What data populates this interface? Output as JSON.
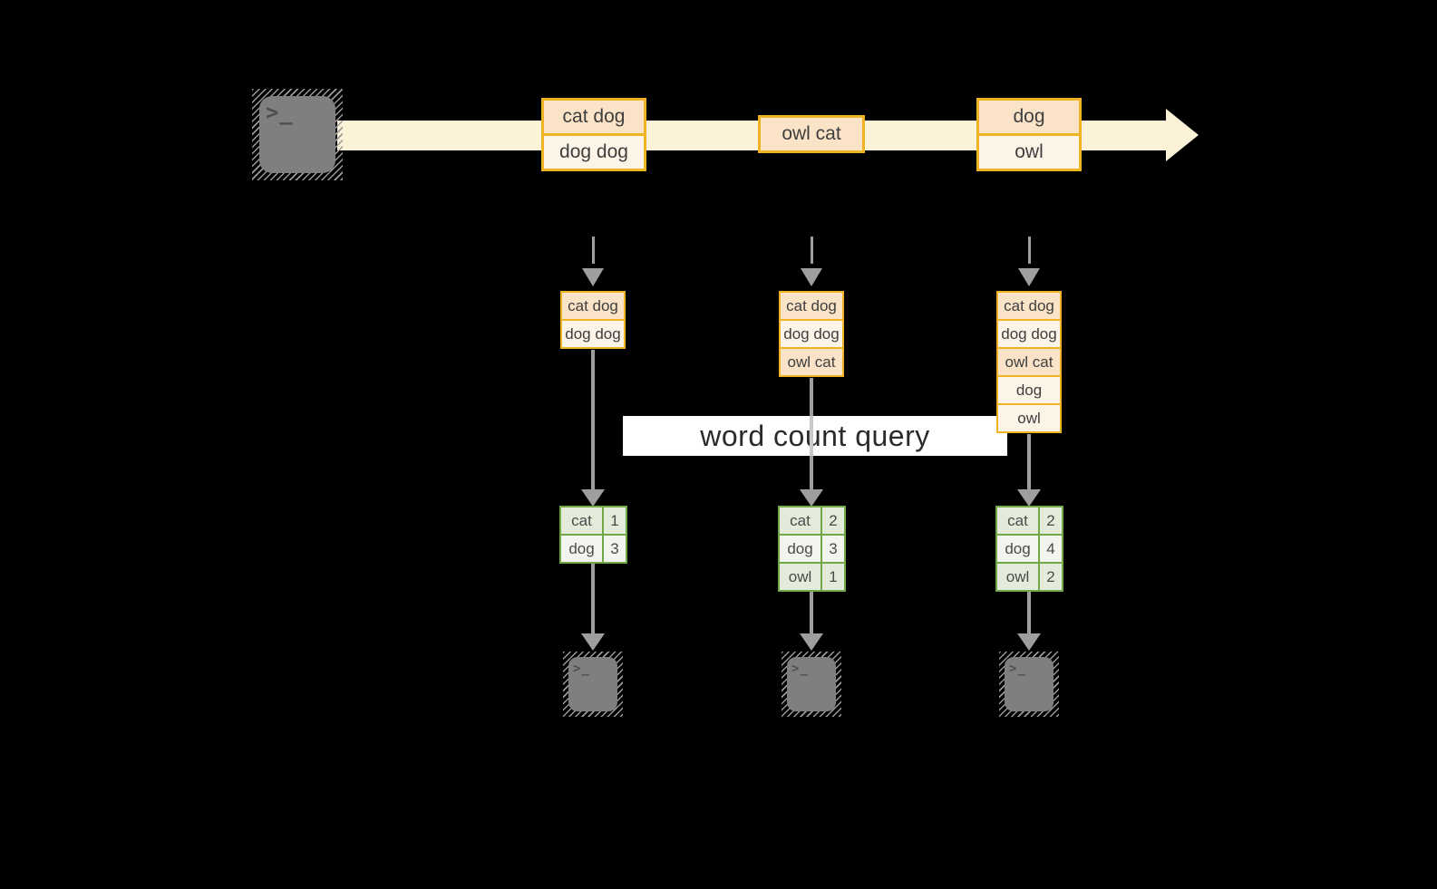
{
  "colors": {
    "background": "#000000",
    "stream_band": "#FBF2D7",
    "gold_border": "#F0B323",
    "peach_fill": "#FAE3C7",
    "cream_fill": "#FDF4E8",
    "terminal_gray": "#7F7F7F",
    "terminal_glyph": "#4E4E4E",
    "arrow_gray": "#9E9E9E",
    "green_border": "#72A848",
    "green_row_dark": "#E3ECDA",
    "green_row_light": "#F1F5ED",
    "text_dark": "#3E3E3E",
    "label_bg": "#FFFFFF",
    "label_text": "#2B2B2B"
  },
  "icons": {
    "terminal_prompt": ">_"
  },
  "stream": {
    "boxes": [
      {
        "cells": [
          {
            "text": "cat dog"
          },
          {
            "text": "dog dog"
          }
        ]
      },
      {
        "cells": [
          {
            "text": "owl cat"
          }
        ]
      },
      {
        "cells": [
          {
            "text": "dog"
          },
          {
            "text": "owl"
          }
        ]
      }
    ]
  },
  "query_label": "word count query",
  "columns": [
    {
      "accumulated": [
        {
          "text": "cat dog"
        },
        {
          "text": "dog dog"
        }
      ],
      "counts": [
        {
          "word": "cat",
          "value": "1"
        },
        {
          "word": "dog",
          "value": "3"
        }
      ]
    },
    {
      "accumulated": [
        {
          "text": "cat dog"
        },
        {
          "text": "dog dog"
        },
        {
          "text": "owl cat"
        }
      ],
      "counts": [
        {
          "word": "cat",
          "value": "2"
        },
        {
          "word": "dog",
          "value": "3"
        },
        {
          "word": "owl",
          "value": "1"
        }
      ]
    },
    {
      "accumulated": [
        {
          "text": "cat dog"
        },
        {
          "text": "dog dog"
        },
        {
          "text": "owl cat"
        },
        {
          "text": "dog"
        },
        {
          "text": "owl"
        }
      ],
      "counts": [
        {
          "word": "cat",
          "value": "2"
        },
        {
          "word": "dog",
          "value": "4"
        },
        {
          "word": "owl",
          "value": "2"
        }
      ]
    }
  ]
}
